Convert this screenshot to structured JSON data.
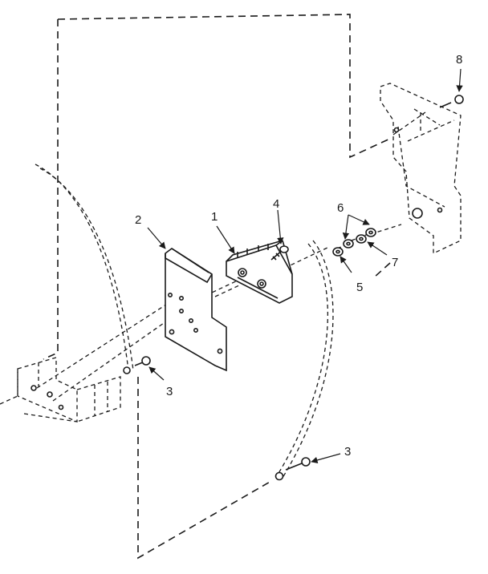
{
  "callouts": [
    {
      "id": "1",
      "label": "1"
    },
    {
      "id": "2",
      "label": "2"
    },
    {
      "id": "3a",
      "label": "3"
    },
    {
      "id": "3b",
      "label": "3"
    },
    {
      "id": "4",
      "label": "4"
    },
    {
      "id": "5",
      "label": "5"
    },
    {
      "id": "6",
      "label": "6"
    },
    {
      "id": "7",
      "label": "7"
    },
    {
      "id": "8",
      "label": "8"
    }
  ]
}
